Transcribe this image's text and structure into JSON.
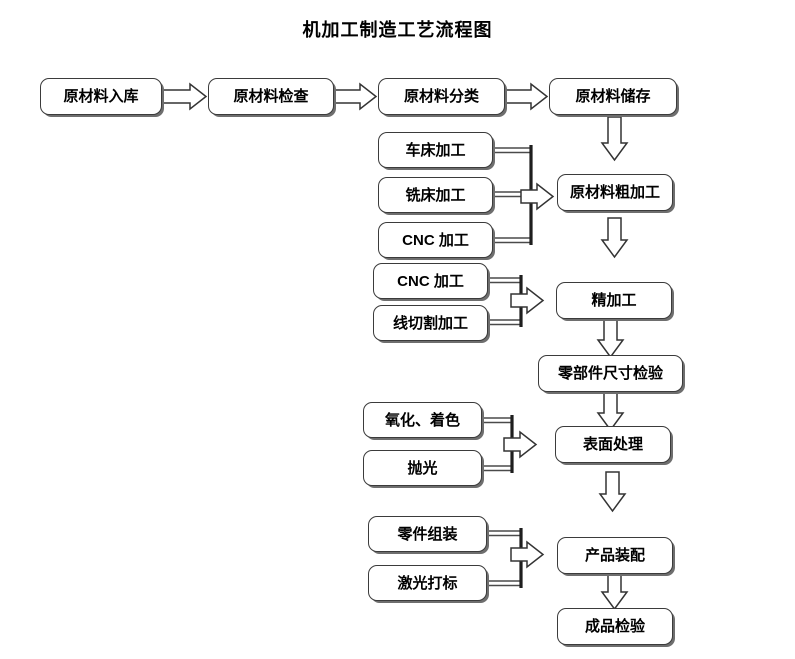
{
  "title": "机加工制造工艺流程图",
  "colors": {
    "background": "#ffffff",
    "box_border": "#3b3b3b",
    "box_fill": "#ffffff",
    "box_shadow": "#6e6e6e",
    "text": "#000000",
    "arrow_stroke": "#333333",
    "arrow_fill": "#ffffff",
    "rail_bar": "#1e1e1e"
  },
  "rows": {
    "intake": {
      "name": "原材料流程",
      "nodes": [
        {
          "id": "raw-in",
          "label": "原材料入库"
        },
        {
          "id": "raw-check",
          "label": "原材料检查"
        },
        {
          "id": "raw-sort",
          "label": "原材料分类"
        },
        {
          "id": "raw-store",
          "label": "原材料储存"
        }
      ]
    },
    "rough": {
      "inputs": [
        {
          "id": "lathe",
          "label": "车床加工"
        },
        {
          "id": "mill",
          "label": "铣床加工"
        },
        {
          "id": "cnc-rough",
          "label": "CNC 加工"
        }
      ],
      "output": {
        "id": "rough-machining",
        "label": "原材料粗加工"
      }
    },
    "finish": {
      "inputs": [
        {
          "id": "cnc-finish",
          "label": "CNC 加工"
        },
        {
          "id": "wire-edm",
          "label": "线切割加工"
        }
      ],
      "output": {
        "id": "fine-machining",
        "label": "精加工"
      }
    },
    "inspect": {
      "id": "dimension-inspection",
      "label": "零部件尺寸检验"
    },
    "surface": {
      "inputs": [
        {
          "id": "anodize",
          "label": "氧化、着色"
        },
        {
          "id": "polish",
          "label": "抛光"
        }
      ],
      "output": {
        "id": "surface-treatment",
        "label": "表面处理"
      }
    },
    "assembly": {
      "inputs": [
        {
          "id": "part-assembly",
          "label": "零件组装"
        },
        {
          "id": "laser-mark",
          "label": "激光打标"
        }
      ],
      "output": {
        "id": "product-assembly",
        "label": "产品装配"
      }
    },
    "final": {
      "id": "final-inspection",
      "label": "成品检验"
    }
  },
  "connectors": {
    "right_arrow_icon": "block-arrow-right",
    "down_arrow_icon": "block-arrow-down",
    "merge_icon": "merge-bracket"
  }
}
